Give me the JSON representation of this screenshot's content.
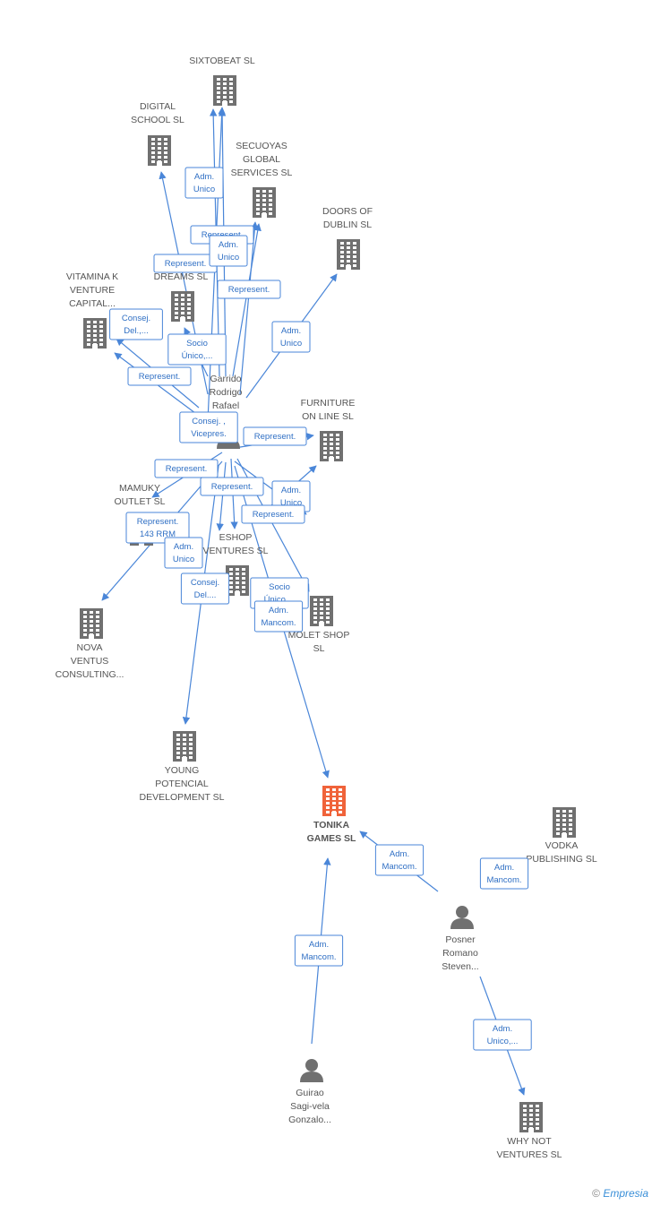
{
  "colors": {
    "edge": "#4a86d8",
    "company": "#707070",
    "focus_company": "#f0633a",
    "person": "#707070"
  },
  "nodes": [
    {
      "id": "sixtobeat",
      "type": "company",
      "label": [
        "SIXTOBEAT SL"
      ]
    },
    {
      "id": "digital",
      "type": "company",
      "label": [
        "DIGITAL",
        "SCHOOL SL"
      ]
    },
    {
      "id": "secuoyas",
      "type": "company",
      "label": [
        "SECUOYAS",
        "GLOBAL",
        "SERVICES SL"
      ]
    },
    {
      "id": "doors",
      "type": "company",
      "label": [
        "DOORS OF",
        "DUBLIN SL"
      ]
    },
    {
      "id": "vitamina",
      "type": "company",
      "label": [
        "VITAMINA K",
        "VENTURE",
        "CAPITAL..."
      ]
    },
    {
      "id": "dreams",
      "type": "company",
      "label": [
        "DREAMS SL"
      ]
    },
    {
      "id": "garrido",
      "type": "person",
      "label": [
        "Garrido",
        "Rodrigo",
        "Rafael"
      ]
    },
    {
      "id": "furniture",
      "type": "company",
      "label": [
        "FURNITURE",
        "ON LINE SL"
      ]
    },
    {
      "id": "mamuky",
      "type": "company",
      "label": [
        "MAMUKY",
        "OUTLET SL"
      ]
    },
    {
      "id": "eshop",
      "type": "company",
      "label": [
        "ESHOP",
        "VENTURES SL"
      ]
    },
    {
      "id": "molet",
      "type": "company",
      "label": [
        "MOLET SHOP",
        "SL"
      ]
    },
    {
      "id": "nova",
      "type": "company",
      "label": [
        "NOVA",
        "VENTUS",
        "CONSULTING..."
      ]
    },
    {
      "id": "young",
      "type": "company",
      "label": [
        "YOUNG",
        "POTENCIAL",
        "DEVELOPMENT SL"
      ]
    },
    {
      "id": "tonika",
      "type": "company",
      "focus": true,
      "label": [
        "TONIKA",
        "GAMES SL"
      ]
    },
    {
      "id": "vodka",
      "type": "company",
      "label": [
        "VODKA",
        "PUBLISHING SL"
      ]
    },
    {
      "id": "posner",
      "type": "person",
      "label": [
        "Posner",
        "Romano",
        "Steven..."
      ]
    },
    {
      "id": "guirao",
      "type": "person",
      "label": [
        "Guirao",
        "Sagi-vela",
        "Gonzalo..."
      ]
    },
    {
      "id": "whynot",
      "type": "company",
      "label": [
        "WHY NOT",
        "VENTURES SL"
      ]
    }
  ],
  "edges": [
    {
      "from": "garrido",
      "to": "sixtobeat",
      "label": [
        "Adm.",
        "Unico"
      ]
    },
    {
      "from": "garrido",
      "to": "sixtobeat",
      "label": [
        "Represent."
      ]
    },
    {
      "from": "garrido",
      "to": "digital",
      "label": [
        "Represent."
      ]
    },
    {
      "from": "garrido",
      "to": "secuoyas",
      "label": [
        "Adm.",
        "Unico"
      ]
    },
    {
      "from": "garrido",
      "to": "secuoyas",
      "label": [
        "Represent."
      ]
    },
    {
      "from": "garrido",
      "to": "doors",
      "label": [
        "Adm.",
        "Unico"
      ]
    },
    {
      "from": "garrido",
      "to": "vitamina",
      "label": [
        "Represent."
      ]
    },
    {
      "from": "garrido",
      "to": "vitamina",
      "label": [
        "Consej.",
        "Del.,..."
      ]
    },
    {
      "from": "garrido",
      "to": "dreams",
      "label": [
        "Socio",
        "Único,..."
      ]
    },
    {
      "from": "garrido",
      "to": "furniture",
      "label": [
        "Represent."
      ]
    },
    {
      "from": "garrido",
      "to": "furniture",
      "label": [
        "Adm.",
        "Unico"
      ]
    },
    {
      "from": "garrido",
      "to": "mamuky",
      "label": [
        "Represent."
      ]
    },
    {
      "from": "garrido",
      "to": "nova",
      "label": [
        "Represent.",
        "143 RRM"
      ]
    },
    {
      "from": "garrido",
      "to": "eshop",
      "label": [
        "Represent."
      ]
    },
    {
      "from": "garrido",
      "to": "eshop",
      "label": [
        "Adm.",
        "Unico"
      ]
    },
    {
      "from": "garrido",
      "to": "molet",
      "label": [
        "Represent."
      ]
    },
    {
      "from": "garrido",
      "to": "molet",
      "label": [
        "Socio",
        "Único,..."
      ]
    },
    {
      "from": "garrido",
      "to": "young",
      "label": [
        "Consej.",
        "Del...."
      ]
    },
    {
      "from": "garrido",
      "to": "tonika",
      "label": [
        "Adm.",
        "Mancom."
      ]
    },
    {
      "from": "garrido",
      "to": "sixtobeat",
      "label": [
        "Consej. ,",
        "Vicepres."
      ]
    },
    {
      "from": "posner",
      "to": "tonika",
      "label": [
        "Adm.",
        "Mancom."
      ]
    },
    {
      "from": "posner",
      "to": "vodka",
      "label": [
        "Adm.",
        "Mancom."
      ]
    },
    {
      "from": "posner",
      "to": "whynot",
      "label": [
        "Adm.",
        "Unico,..."
      ]
    },
    {
      "from": "guirao",
      "to": "tonika",
      "label": [
        "Adm.",
        "Mancom."
      ]
    }
  ],
  "watermark": {
    "symbol": "©",
    "brand": "Empresia"
  }
}
